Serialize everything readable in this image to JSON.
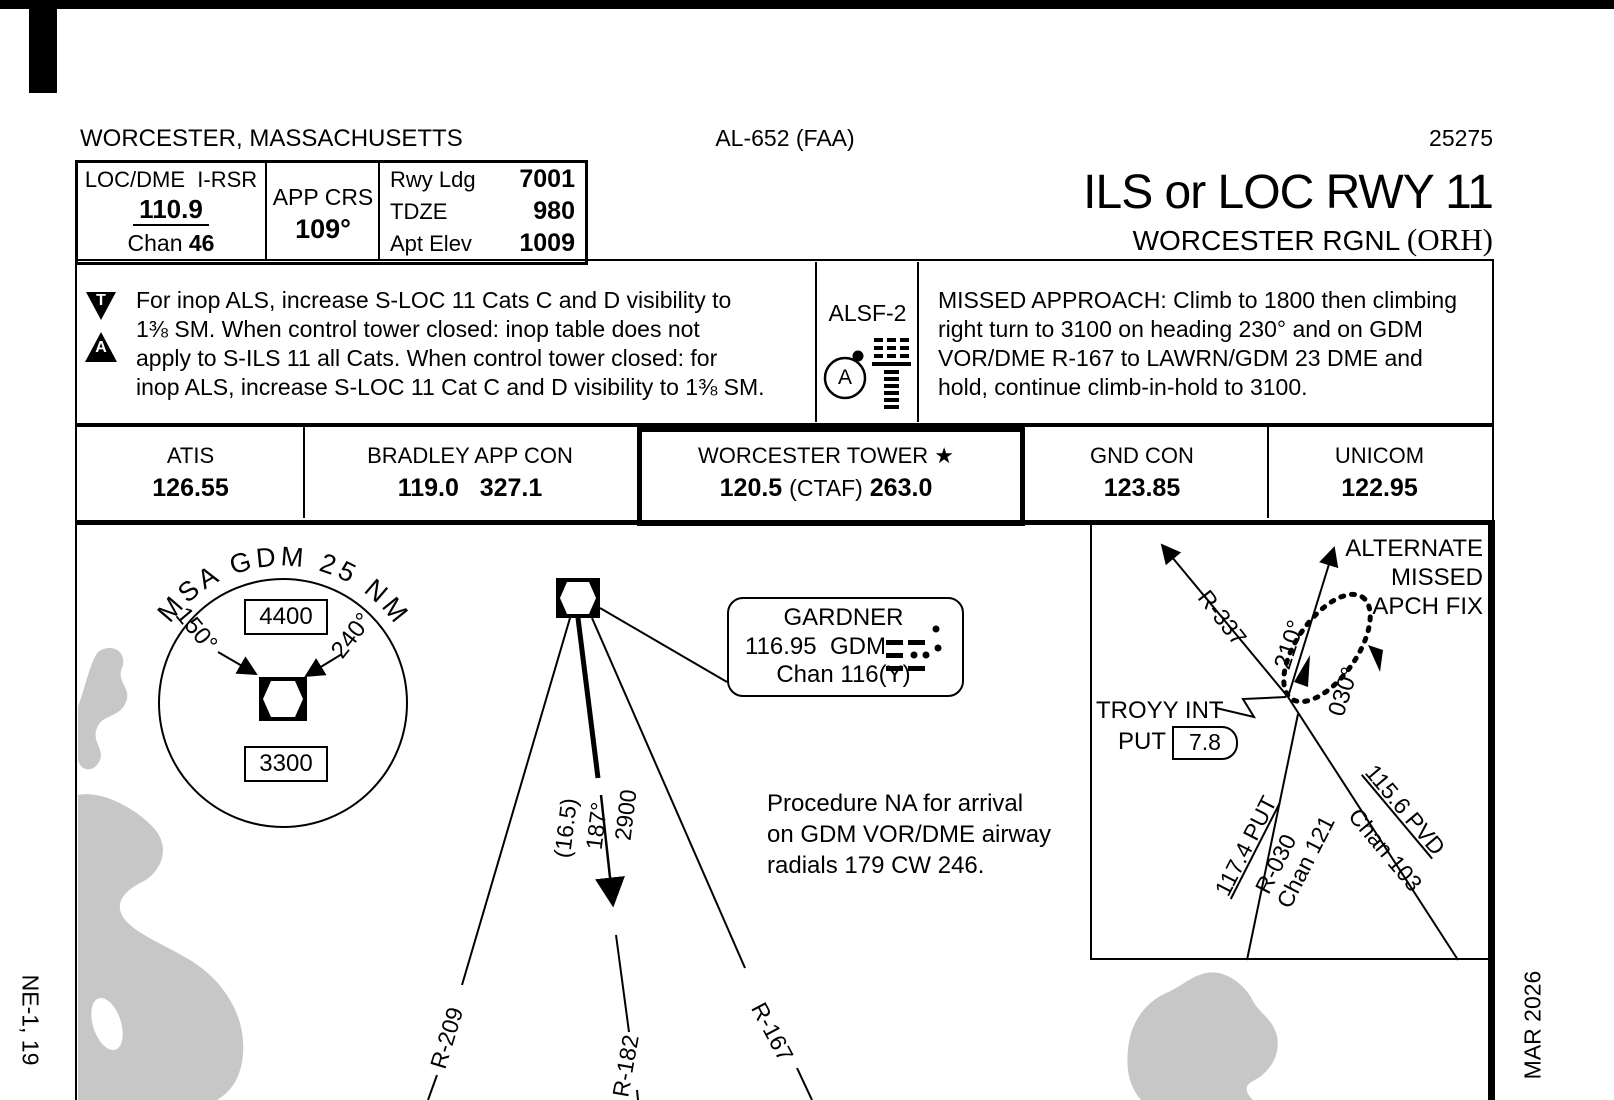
{
  "margins": {
    "left_vertical": "NE-1, 19",
    "right_vertical": "MAR 2026"
  },
  "header": {
    "city_state": "WORCESTER, MASSACHUSETTS",
    "chart_code": "AL-652 (FAA)",
    "chart_number": "25275",
    "procedure_title": "ILS or LOC RWY 11",
    "airport_name": "WORCESTER RGNL",
    "airport_id": "(ORH)"
  },
  "briefing": {
    "nav_type": "LOC/DME  I-RSR",
    "nav_freq": "110.9",
    "chan_label": "Chan",
    "chan_value": "46",
    "app_crs_label": "APP CRS",
    "app_crs_value": "109°",
    "rwy_ldg_label": "Rwy Ldg",
    "rwy_ldg_value": "7001",
    "tdze_label": "TDZE",
    "tdze_value": "980",
    "apt_elev_label": "Apt Elev",
    "apt_elev_value": "1009"
  },
  "notes": {
    "icon_t": "T",
    "icon_a": "A",
    "line1": "For inop ALS, increase S-LOC 11 Cats C and D visibility to",
    "line2": "1⅜ SM. When control tower closed: inop table does not",
    "line3": "apply to S-ILS 11 all Cats. When control tower closed: for",
    "line4": "inop ALS, increase S-LOC 11 Cat C and D visibility to 1⅜ SM.",
    "lighting_label": "ALSF-2",
    "lighting_circle_letter": "A",
    "ma_line1": "MISSED APPROACH: Climb to 1800 then climbing",
    "ma_line2": "right turn to 3100 on heading 230° and on GDM",
    "ma_line3": "VOR/DME R-167 to LAWRN/GDM 23 DME and",
    "ma_line4": "hold, continue climb-in-hold to 3100."
  },
  "frequencies": [
    {
      "name": "ATIS",
      "value": "126.55"
    },
    {
      "name": "BRADLEY APP CON",
      "value": "119.0   327.1"
    },
    {
      "name": "WORCESTER TOWER ★",
      "value1": "120.5",
      "ctaf": "(CTAF)",
      "value2": "263.0"
    },
    {
      "name": "GND CON",
      "value": "123.85"
    },
    {
      "name": "UNICOM",
      "value": "122.95"
    }
  ],
  "plan_view": {
    "msa": {
      "arc_text": "MSA GDM 25 NM",
      "upper_altitude": "4400",
      "lower_altitude": "3300",
      "bearing_left": "150°",
      "bearing_right": "240°"
    },
    "gardner": {
      "name": "GARDNER",
      "freq_id": "116.95  GDM",
      "chan": "Chan 116(Y)"
    },
    "course": {
      "altitude": "2900",
      "heading": "187°",
      "distance": "(16.5)"
    },
    "radials": {
      "r209": "R-209",
      "r182": "R-182",
      "r167": "R-167"
    },
    "procedure_na": {
      "line1": "Procedure NA for arrival",
      "line2": "on GDM VOR/DME airway",
      "line3": "radials 179 CW 246."
    },
    "inset": {
      "title1": "ALTERNATE",
      "title2": "MISSED",
      "title3": "APCH FIX",
      "r337": "R-337",
      "inbound": "210°",
      "outbound": "030°",
      "troyy": "TROYY INT",
      "put_label": "PUT",
      "put_dme": "7.8",
      "put_freq": "117.4 PUT",
      "put_radial": "R-030",
      "put_chan": "Chan 121",
      "pvd_freq": "115.6 PVD",
      "pvd_chan": "Chan 103"
    }
  }
}
